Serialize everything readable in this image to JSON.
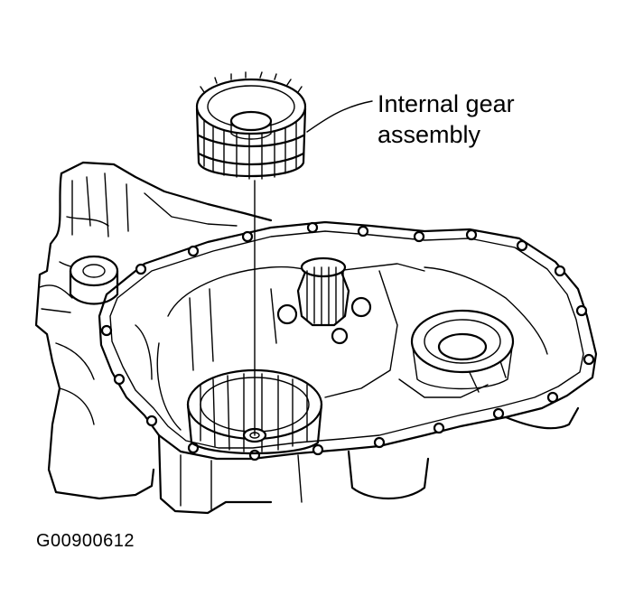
{
  "callout": {
    "line1": "Internal gear",
    "line2": "assembly"
  },
  "figure_code": "G00900612",
  "colors": {
    "ink": "#000000",
    "background": "#ffffff"
  }
}
